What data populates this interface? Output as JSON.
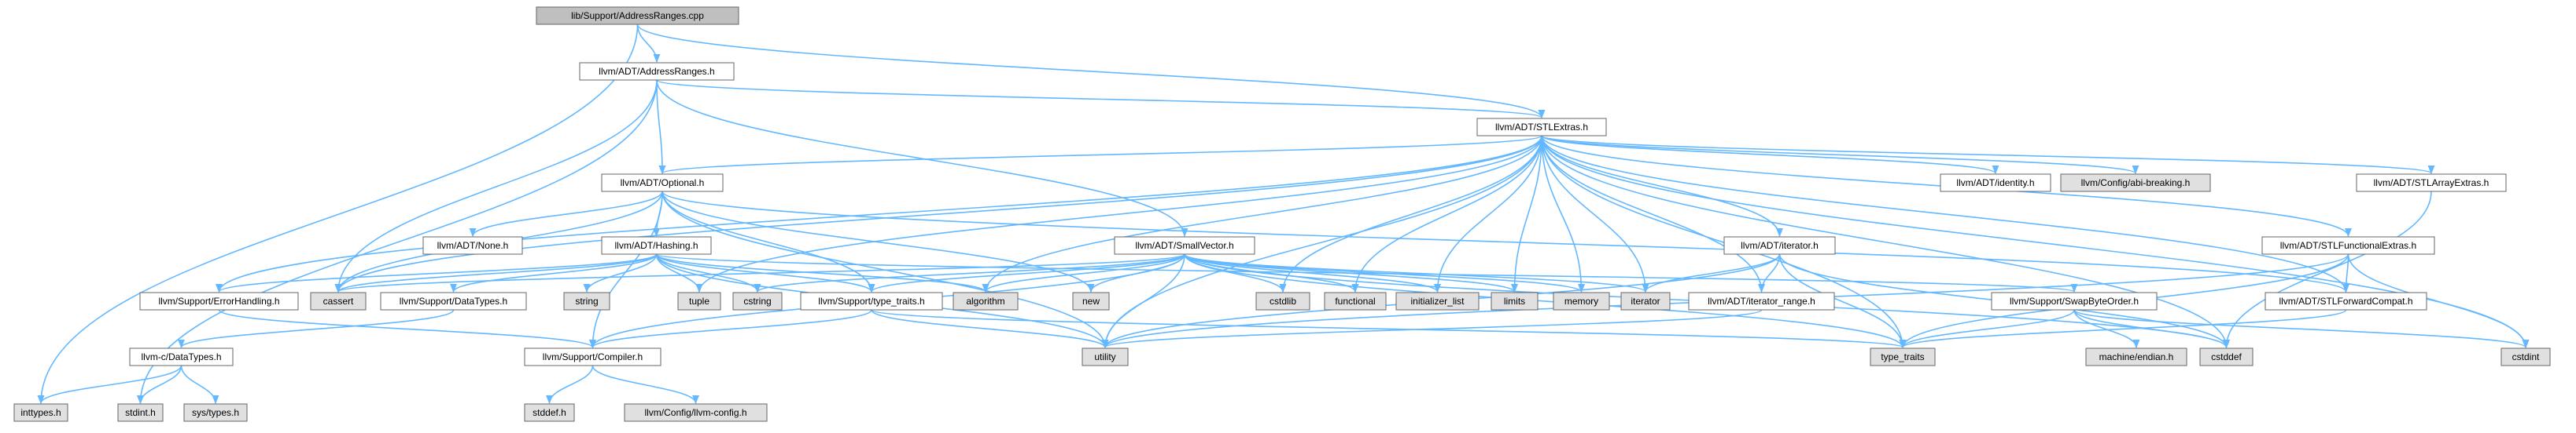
{
  "colors": {
    "root_fill": "#bfbfbf",
    "documented_fill": "#ffffff",
    "external_fill": "#e0e0e0",
    "edge": "#63b8ff"
  },
  "nodes": {
    "root": {
      "label": "lib/Support/AddressRanges.cpp",
      "kind": "root"
    },
    "addressranges": {
      "label": "llvm/ADT/AddressRanges.h",
      "kind": "documented"
    },
    "stlextras": {
      "label": "llvm/ADT/STLExtras.h",
      "kind": "documented"
    },
    "optional": {
      "label": "llvm/ADT/Optional.h",
      "kind": "documented"
    },
    "smallvector": {
      "label": "llvm/ADT/SmallVector.h",
      "kind": "documented"
    },
    "none": {
      "label": "llvm/ADT/None.h",
      "kind": "documented"
    },
    "hashing": {
      "label": "llvm/ADT/Hashing.h",
      "kind": "documented"
    },
    "identity": {
      "label": "llvm/ADT/identity.h",
      "kind": "documented"
    },
    "abibreaking": {
      "label": "llvm/Config/abi-breaking.h",
      "kind": "external"
    },
    "stlarrayextras": {
      "label": "llvm/ADT/STLArrayExtras.h",
      "kind": "documented"
    },
    "iterator": {
      "label": "llvm/ADT/iterator.h",
      "kind": "documented"
    },
    "stlfunctionalextras": {
      "label": "llvm/ADT/STLFunctionalExtras.h",
      "kind": "documented"
    },
    "errorhandling": {
      "label": "llvm/Support/ErrorHandling.h",
      "kind": "documented"
    },
    "cassert": {
      "label": "cassert",
      "kind": "external"
    },
    "datatypes": {
      "label": "llvm/Support/DataTypes.h",
      "kind": "documented"
    },
    "string": {
      "label": "string",
      "kind": "external"
    },
    "tuple": {
      "label": "tuple",
      "kind": "external"
    },
    "cstring": {
      "label": "cstring",
      "kind": "external"
    },
    "typetraits": {
      "label": "llvm/Support/type_traits.h",
      "kind": "documented"
    },
    "algorithm": {
      "label": "algorithm",
      "kind": "external"
    },
    "new": {
      "label": "new",
      "kind": "external"
    },
    "cstdlib": {
      "label": "cstdlib",
      "kind": "external"
    },
    "functional": {
      "label": "functional",
      "kind": "external"
    },
    "initializer_list": {
      "label": "initializer_list",
      "kind": "external"
    },
    "limits": {
      "label": "limits",
      "kind": "external"
    },
    "memory": {
      "label": "memory",
      "kind": "external"
    },
    "iterator_std": {
      "label": "iterator",
      "kind": "external"
    },
    "iteratorrange": {
      "label": "llvm/ADT/iterator_range.h",
      "kind": "documented"
    },
    "swapbyteorder": {
      "label": "llvm/Support/SwapByteOrder.h",
      "kind": "documented"
    },
    "stlforwardcompat": {
      "label": "llvm/ADT/STLForwardCompat.h",
      "kind": "documented"
    },
    "llvmc_datatypes": {
      "label": "llvm-c/DataTypes.h",
      "kind": "documented"
    },
    "compiler": {
      "label": "llvm/Support/Compiler.h",
      "kind": "documented"
    },
    "utility": {
      "label": "utility",
      "kind": "external"
    },
    "type_traits_std": {
      "label": "type_traits",
      "kind": "external"
    },
    "machineendian": {
      "label": "machine/endian.h",
      "kind": "external"
    },
    "cstddef": {
      "label": "cstddef",
      "kind": "external"
    },
    "cstdint": {
      "label": "cstdint",
      "kind": "external"
    },
    "inttypes": {
      "label": "inttypes.h",
      "kind": "external"
    },
    "stdint": {
      "label": "stdint.h",
      "kind": "external"
    },
    "systypes": {
      "label": "sys/types.h",
      "kind": "external"
    },
    "stddef": {
      "label": "stddef.h",
      "kind": "external"
    },
    "llvmconfig": {
      "label": "llvm/Config/llvm-config.h",
      "kind": "external"
    }
  },
  "edges": [
    [
      "root",
      "addressranges"
    ],
    [
      "root",
      "stlextras"
    ],
    [
      "root",
      "inttypes"
    ],
    [
      "addressranges",
      "stlextras"
    ],
    [
      "addressranges",
      "optional"
    ],
    [
      "addressranges",
      "smallvector"
    ],
    [
      "addressranges",
      "cassert"
    ],
    [
      "addressranges",
      "stdint"
    ],
    [
      "stlextras",
      "optional"
    ],
    [
      "stlextras",
      "identity"
    ],
    [
      "stlextras",
      "abibreaking"
    ],
    [
      "stlextras",
      "stlarrayextras"
    ],
    [
      "stlextras",
      "iterator"
    ],
    [
      "stlextras",
      "stlfunctionalextras"
    ],
    [
      "stlextras",
      "errorhandling"
    ],
    [
      "stlextras",
      "cassert"
    ],
    [
      "stlextras",
      "tuple"
    ],
    [
      "stlextras",
      "algorithm"
    ],
    [
      "stlextras",
      "cstdlib"
    ],
    [
      "stlextras",
      "functional"
    ],
    [
      "stlextras",
      "initializer_list"
    ],
    [
      "stlextras",
      "limits"
    ],
    [
      "stlextras",
      "memory"
    ],
    [
      "stlextras",
      "iterator_std"
    ],
    [
      "stlextras",
      "iteratorrange"
    ],
    [
      "stlextras",
      "stlforwardcompat"
    ],
    [
      "stlextras",
      "utility"
    ],
    [
      "stlextras",
      "type_traits_std"
    ],
    [
      "stlextras",
      "cstddef"
    ],
    [
      "stlextras",
      "cstdint"
    ],
    [
      "optional",
      "none"
    ],
    [
      "optional",
      "hashing"
    ],
    [
      "optional",
      "typetraits"
    ],
    [
      "optional",
      "compiler"
    ],
    [
      "optional",
      "cassert"
    ],
    [
      "optional",
      "new"
    ],
    [
      "optional",
      "utility"
    ],
    [
      "optional",
      "stlforwardcompat"
    ],
    [
      "smallvector",
      "compiler"
    ],
    [
      "smallvector",
      "typetraits"
    ],
    [
      "smallvector",
      "algorithm"
    ],
    [
      "smallvector",
      "cassert"
    ],
    [
      "smallvector",
      "cstddef"
    ],
    [
      "smallvector",
      "cstdlib"
    ],
    [
      "smallvector",
      "cstring"
    ],
    [
      "smallvector",
      "functional"
    ],
    [
      "smallvector",
      "initializer_list"
    ],
    [
      "smallvector",
      "iterator_std"
    ],
    [
      "smallvector",
      "limits"
    ],
    [
      "smallvector",
      "memory"
    ],
    [
      "smallvector",
      "new"
    ],
    [
      "smallvector",
      "type_traits_std"
    ],
    [
      "smallvector",
      "utility"
    ],
    [
      "hashing",
      "errorhandling"
    ],
    [
      "hashing",
      "datatypes"
    ],
    [
      "hashing",
      "swapbyteorder"
    ],
    [
      "hashing",
      "typetraits"
    ],
    [
      "hashing",
      "algorithm"
    ],
    [
      "hashing",
      "cassert"
    ],
    [
      "hashing",
      "cstring"
    ],
    [
      "hashing",
      "string"
    ],
    [
      "hashing",
      "tuple"
    ],
    [
      "hashing",
      "utility"
    ],
    [
      "iterator",
      "iteratorrange"
    ],
    [
      "iterator",
      "iterator_std"
    ],
    [
      "iterator",
      "type_traits_std"
    ],
    [
      "iterator",
      "utility"
    ],
    [
      "iterator",
      "cstddef"
    ],
    [
      "stlfunctionalextras",
      "stlforwardcompat"
    ],
    [
      "stlfunctionalextras",
      "type_traits_std"
    ],
    [
      "stlfunctionalextras",
      "utility"
    ],
    [
      "stlfunctionalextras",
      "cstdint"
    ],
    [
      "stlarrayextras",
      "cstddef"
    ],
    [
      "errorhandling",
      "compiler"
    ],
    [
      "datatypes",
      "llvmc_datatypes"
    ],
    [
      "llvmc_datatypes",
      "inttypes"
    ],
    [
      "llvmc_datatypes",
      "stdint"
    ],
    [
      "llvmc_datatypes",
      "systypes"
    ],
    [
      "typetraits",
      "compiler"
    ],
    [
      "typetraits",
      "type_traits_std"
    ],
    [
      "typetraits",
      "utility"
    ],
    [
      "iteratorrange",
      "utility"
    ],
    [
      "swapbyteorder",
      "type_traits_std"
    ],
    [
      "swapbyteorder",
      "machineendian"
    ],
    [
      "swapbyteorder",
      "cstddef"
    ],
    [
      "swapbyteorder",
      "cstdint"
    ],
    [
      "stlforwardcompat",
      "type_traits_std"
    ],
    [
      "compiler",
      "stddef"
    ],
    [
      "compiler",
      "llvmconfig"
    ]
  ]
}
